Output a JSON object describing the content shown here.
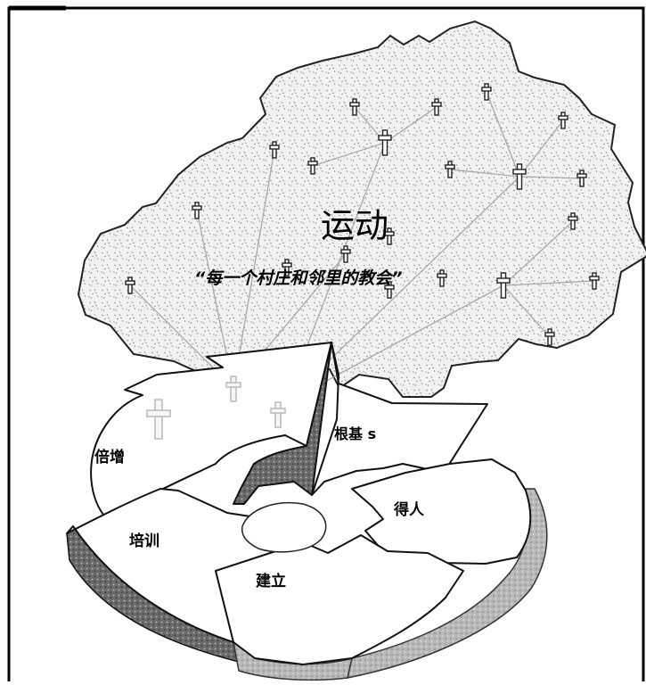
{
  "title": "运动",
  "subtitle": "“每一个村庄和邻里的教会”",
  "stages": {
    "roots": "根基 s",
    "multiply": "倍增",
    "win": "得人",
    "train": "培训",
    "build": "建立"
  }
}
